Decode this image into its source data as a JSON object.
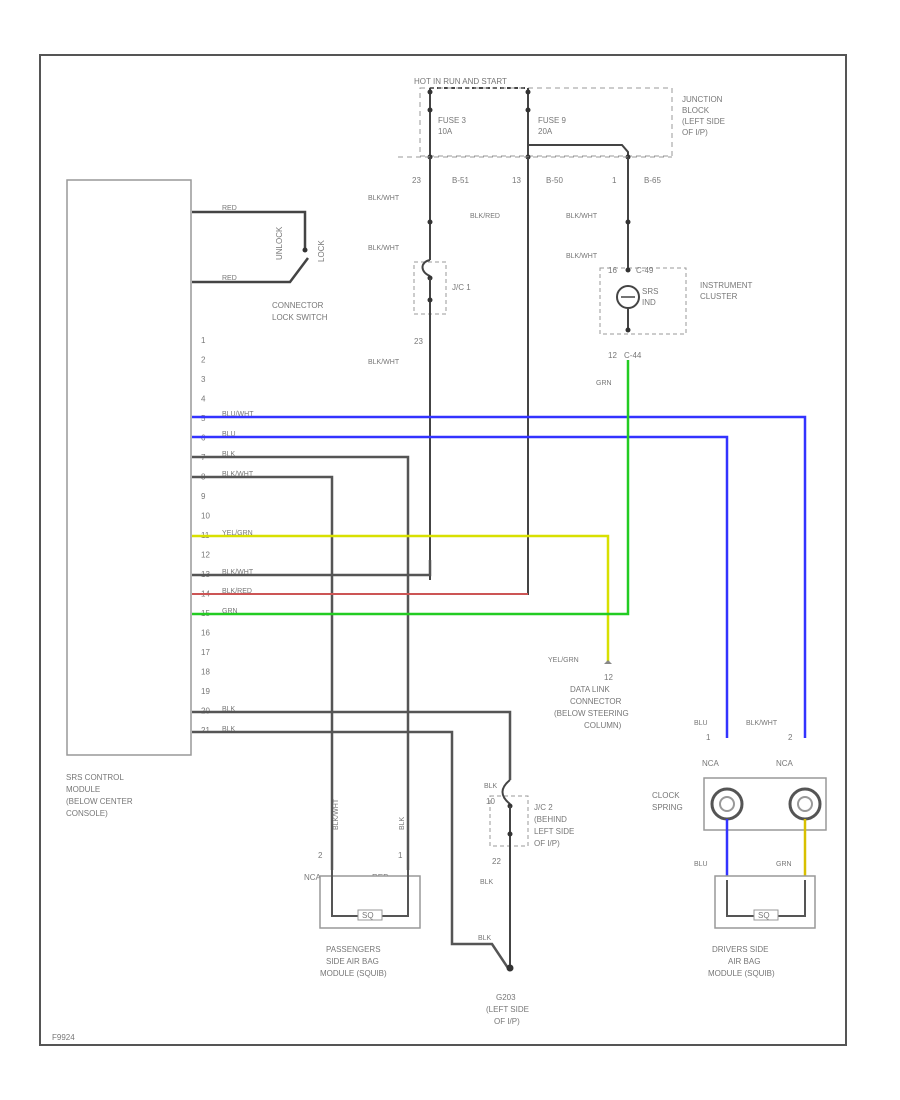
{
  "junction_block": {
    "header": "HOT IN RUN AND START",
    "fuse3": [
      "FUSE 3",
      "10A"
    ],
    "fuse9": [
      "FUSE 9",
      "20A"
    ],
    "desc": [
      "JUNCTION",
      "BLOCK",
      "(LEFT SIDE",
      "OF I/P)"
    ],
    "pin_a": "23",
    "conn_a": "B-51",
    "pin_b": "13",
    "conn_b": "B-50",
    "pin_c": "1",
    "conn_c": "B-65"
  },
  "wires": {
    "blk_wht": "BLK/WHT",
    "blk_red": "BLK/RED",
    "grn": "GRN",
    "blu": "BLU",
    "blk": "BLK",
    "yel_grn": "YEL/GRN",
    "red": "RED"
  },
  "connector_lock": {
    "unlock": "UNLOCK",
    "lock": "LOCK",
    "desc": [
      "CONNECTOR",
      "LOCK SWITCH"
    ]
  },
  "jc1": {
    "label": "J/C 1",
    "pin": "23"
  },
  "jc2": {
    "label": "J/C 2",
    "desc": [
      "(BEHIND",
      "LEFT SIDE",
      "OF I/P)"
    ],
    "pin_top": "10",
    "pin_bot": "22"
  },
  "instrument": {
    "desc": [
      "INSTRUMENT",
      "CLUSTER"
    ],
    "pin_top": "16",
    "conn_top": "C-49",
    "pin_bot": "12",
    "conn_bot": "C-44",
    "lamp": [
      "SRS",
      "IND"
    ]
  },
  "module": {
    "pins": [
      "1",
      "2",
      "3",
      "4",
      "5",
      "6",
      "7",
      "8",
      "9",
      "10",
      "11",
      "12",
      "13",
      "14",
      "15",
      "16",
      "17",
      "18",
      "19",
      "20",
      "21"
    ],
    "wire_labels": {
      "p5": "BLU/WHT",
      "p6": "BLU",
      "p7": "BLK",
      "p8": "BLK/WHT",
      "p11": "YEL/GRN",
      "p13": "BLK/WHT",
      "p14": "BLK/RED",
      "p15": "GRN",
      "p20": "BLK",
      "p21": "BLK"
    },
    "desc": [
      "SRS CONTROL",
      "MODULE",
      "(BELOW CENTER",
      "CONSOLE)"
    ]
  },
  "data_link": {
    "pin": "12",
    "desc": [
      "DATA LINK",
      "CONNECTOR",
      "(BELOW STEERING",
      "COLUMN)"
    ]
  },
  "clock_spring": {
    "label": [
      "CLOCK",
      "SPRING"
    ],
    "nca": "NCA",
    "pin1": "1",
    "pin2": "2"
  },
  "passenger": {
    "pin2": "2",
    "pin1": "1",
    "desc": [
      "PASSENGERS",
      "SIDE AIR BAG",
      "MODULE (SQUIB)"
    ],
    "squib": "SQ"
  },
  "driver": {
    "desc": [
      "DRIVERS SIDE",
      "AIR BAG",
      "MODULE (SQUIB)"
    ],
    "squib": "SQ"
  },
  "ground": {
    "name": "G203",
    "desc": [
      "(LEFT SIDE",
      "OF I/P)"
    ]
  },
  "footer_code": "F9924"
}
